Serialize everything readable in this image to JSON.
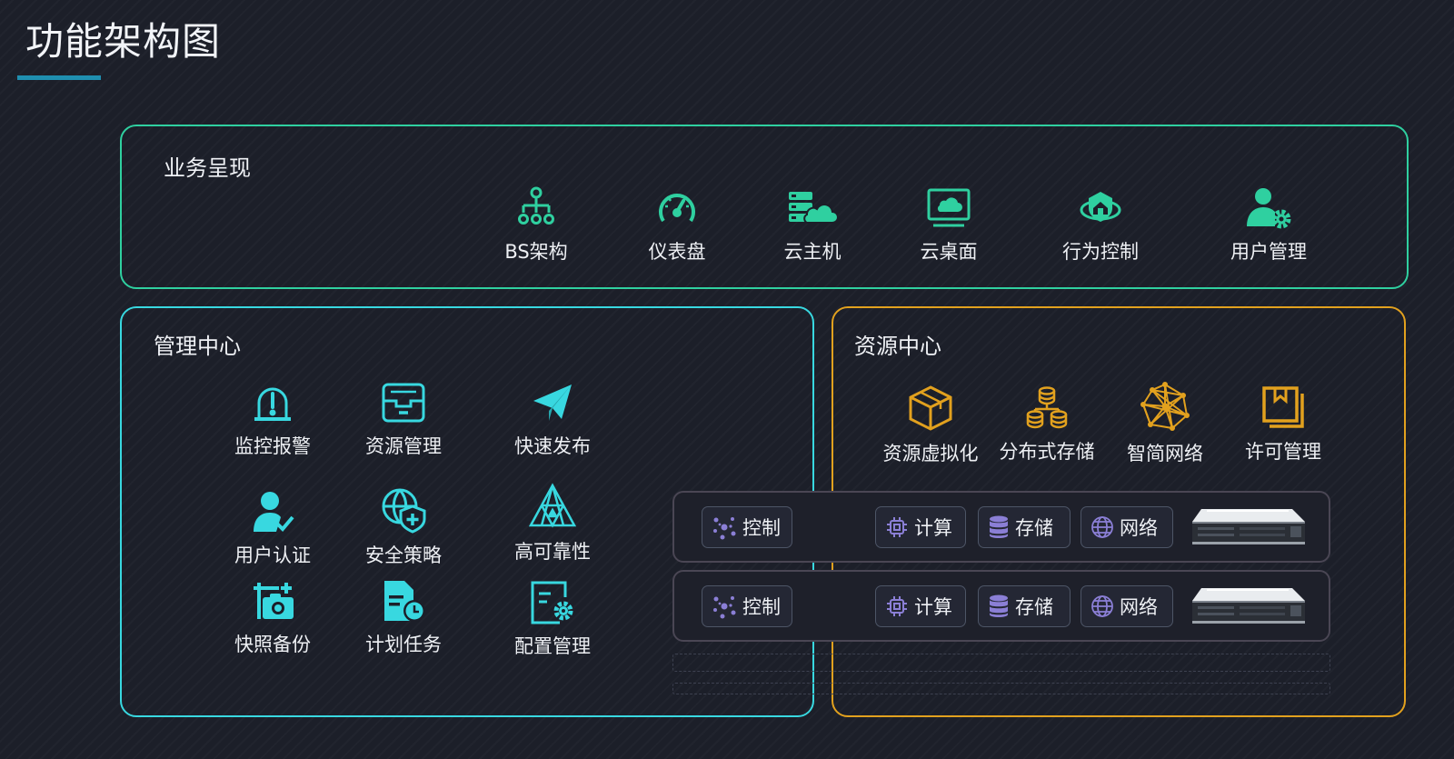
{
  "page": {
    "title": "功能架构图"
  },
  "business": {
    "title": "业务呈现",
    "items": [
      {
        "label": "BS架构",
        "icon": "hierarchy-icon"
      },
      {
        "label": "仪表盘",
        "icon": "dashboard-gauge-icon"
      },
      {
        "label": "云主机",
        "icon": "cloud-server-icon"
      },
      {
        "label": "云桌面",
        "icon": "cloud-desktop-icon"
      },
      {
        "label": "行为控制",
        "icon": "behavior-control-icon"
      },
      {
        "label": "用户管理",
        "icon": "user-settings-icon"
      }
    ]
  },
  "management": {
    "title": "管理中心",
    "items": [
      {
        "label": "监控报警",
        "icon": "alarm-icon"
      },
      {
        "label": "资源管理",
        "icon": "inbox-icon"
      },
      {
        "label": "快速发布",
        "icon": "paper-plane-icon"
      },
      {
        "label": "用户认证",
        "icon": "user-check-icon"
      },
      {
        "label": "安全策略",
        "icon": "globe-shield-icon"
      },
      {
        "label": "高可靠性",
        "icon": "triangle-network-icon"
      },
      {
        "label": "快照备份",
        "icon": "snapshot-camera-icon"
      },
      {
        "label": "计划任务",
        "icon": "scheduled-task-icon"
      },
      {
        "label": "配置管理",
        "icon": "config-gear-icon"
      }
    ]
  },
  "resource": {
    "title": "资源中心",
    "items": [
      {
        "label": "资源虚拟化",
        "icon": "cube-icon"
      },
      {
        "label": "分布式存储",
        "icon": "distributed-storage-icon"
      },
      {
        "label": "智简网络",
        "icon": "network-mesh-icon"
      },
      {
        "label": "许可管理",
        "icon": "license-book-icon"
      }
    ]
  },
  "servers": [
    {
      "control": "控制",
      "compute": "计算",
      "storage": "存储",
      "network": "网络"
    },
    {
      "control": "控制",
      "compute": "计算",
      "storage": "存储",
      "network": "网络"
    }
  ],
  "colors": {
    "business_accent": "#2fd0a0",
    "management_accent": "#38d8e0",
    "resource_accent": "#e2a11e",
    "title_underline": "#1f8fb0"
  }
}
